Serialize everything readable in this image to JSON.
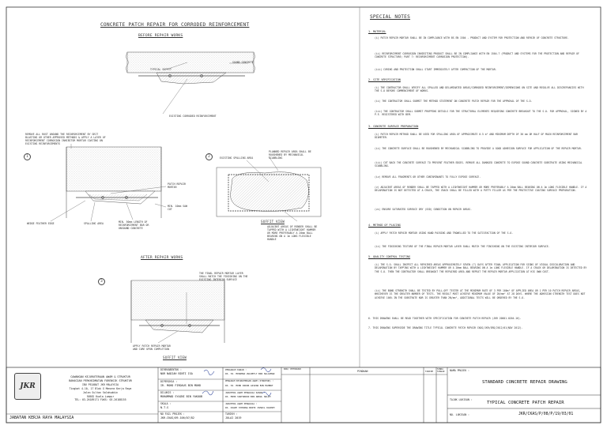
{
  "drawing": {
    "left_title": "CONCRETE PATCH REPAIR FOR CORRODED REINFORCEMENT",
    "before_title": "BEFORE REPAIR WORKS",
    "after_title": "AFTER REPAIR WORKS",
    "soffit_view_1": "SOFFIT VIEW",
    "soffit_view_2": "SOFFIT VIEW",
    "typical_soffit": "TYPICAL SOFFIT",
    "sound_concrete": "SOUND CONCRETE",
    "existing_corroded": "EXISTING CORRODED REINFORCEMENT",
    "remove_rust": "REMOVE ALL RUST AROUND THE REINFORCEMENT BY GRIT BLASTING OR OTHER APPROVED METHODS & APPLY A LAYER OF REINFORCEMENT CORROSION INHIBITOR MORTAR COATING ON EXISTING REINFORCEMENTS",
    "patch_repair_mortar": "PATCH REPAIR MORTAR",
    "min_10mm": "MIN. 10mm SAW CUT",
    "min_50mm": "MIN. 50mm LENGTH OF REINFORCEMENT BAR OR UNSOUND CONCRETE",
    "spalling_area": "SPALLING AREA",
    "wedge_feather": "WEDGE FEATHER EDGE",
    "existing_spalling": "EXISTING SPALLING AREA",
    "planned_repair": "PLANNED REPAIR AREA SHALL BE ROUGHENED BY MECHANICAL SCABBLING",
    "adjacent_areas": "ADJACENT AREAS OF RENDER SHALL BE TAPPED WITH A LIGHTWEIGHT HAMMER OR MORE PREFERABLY A 20mm BALL BEARING ON A 1m LONG FLEXIBLE HANDLE",
    "final_layer": "THE FINAL REPAIR MORTAR LAYER SHALL MATCH THE FINISHING ON THE EXISTING INTERIOR SURFACE",
    "apply_patch": "APPLY PATCH REPAIR MORTAR AND CURE UPON COMPLETION",
    "callout_1": "1",
    "callout_2": "2",
    "callout_3": "3"
  },
  "notes": {
    "title": "SPECIAL NOTES",
    "s1": "1.  MATERIAL",
    "s1i": "(i)  PATCH REPAIR MORTAR SHALL BE IN COMPLIANCE WITH BS EN 1504 - PRODUCT AND SYSTEM FOR PROTECTION AND REPAIR OF CONCRETE STRUCTURE.",
    "s1ii": "(ii)  REINFORCEMENT CORROSION INHIBITING PRODUCT SHALL BE IN COMPLIANCE WITH EN 1504-7 (PRODUCT AND SYSTEMS FOR THE PROTECTION AND REPAIR OF CONCRETE STRUCTURE; PART 7: REINFORCEMENT CORROSION PROTECTION).",
    "s1iii": "(iii)  CURING AND PROTECTION SHALL START IMMEDIATELY AFTER COMPACTION OF THE MORTAR.",
    "s2": "2.  SITE VERIFICATION",
    "s2i": "(i)  THE CONTRACTOR SHALL VERIFY ALL SPALLED AND DELAMINATED AREAS/CORRODED REINFORCEMENT/DIMENSIONS ON SITE AND RESOLVE ALL DISCREPANCIES WITH THE S.O BEFORE COMMENCEMENT OF WORKS.",
    "s2ii": "(ii)  THE CONTRACTOR SHALL SUBMIT THE METHOD STATEMENT ON CONCRETE PATCH REPAIR FOR THE APPROVAL OF THE S.O.",
    "s2iii": "(iii)  THE CONTRACTOR SHALL SUBMIT PROPPING DETAILS FOR THE STRUCTURAL ELEMENTS REQUIRING CONCRETE BREAKOUT TO THE S.O. FOR APPROVAL, SIGNED BY A P.E. REGISTERED WITH BEM.",
    "s3": "3.  CONCRETE SURFACE PREPARATION",
    "s3i": "(i)  PATCH REPAIR METHOD SHALL BE USED FOR SPALLING AREA OF APPROXIMATE 0.5 m² AND MINIMUM DEPTH OF 30 mm OR HALF OF MAIN REINFORCEMENT BAR DIAMETER.",
    "s3ii": "(ii)  THE CONCRETE SURFACE SHALL BE ROUGHENED BY MECHANICAL SCABBLING TO PROVIDE A GOOD ADHESION SURFACE FOR APPLICATION OF THE REPAIR MORTAR.",
    "s3iii": "(iii)  CUT BACK THE CONCRETE SURFACE TO PREVENT FEATHER EDGES. REMOVE ALL DAMAGED CONCRETE TO EXPOSE SOUND CONCRETE SUBSTRATE USING MECHANICAL SCABBLING.",
    "s3iv": "(iv)  REMOVE ALL FRAGMENTS OR OTHER CONTAMINANTS TO FULLY EXPOSE SURFACE.",
    "s3v": "(v)  ADJACENT AREAS OF RENDER SHALL BE TAPPED WITH A LIGHTWEIGHT HAMMER OR MORE PREFERABLY A 20mm BALL BEARING ON A 1m LONG FLEXIBLE HANDLE. IF A DELAMINATION IS NOT DETECTED AT A CRACK, THE CRACK SHALL BE FILLED WITH A PUTTY FILLER AS PER THE PROTECTIVE COATING SURFACE PREPARATION.",
    "s3vi": "(vi)  ENSURE SATURATED SURFACE DRY (SSD) CONDITION ON REPAIR AREAS.",
    "s4": "4.  METHOD OF PLACING",
    "s4i": "(i)  APPLY PATCH REPAIR MORTAR USING HAND PACKING AND TROWELLED TO THE SATISFACTION OF THE S.O.",
    "s4ii": "(ii)  THE FINISHING TEXTURE OF THE FINAL REPAIR MORTAR LAYER SHALL MATCH THE FINISHING ON THE EXISTING INTERIOR SURFACE.",
    "s5": "5.  QUALITY CONTROL TESTING",
    "s5i": "(i)  THE S.O. SHALL INSPECT ALL REPAIRED AREAS APPROXIMATELY SEVEN (7) DAYS AFTER FINAL APPLICATION FOR SIGNS OF VISUAL DISCOLORATION AND DELAMINATION BY TAPPING WITH A LIGHTWEIGHT HAMMER OR A 20mm BALL BEARING ON A 1m LONG FLEXIBLE HANDLE. IF A CRACK OR DELAMINATION IS DETECTED BY THE S.O. THEN THE CONTRACTOR SHALL BREAKOUT THE REPAIRED AREA AND REPEAT THE REPAIR MORTAR APPLICATION AT HIS OWN COST.",
    "s5ii": "(ii)  THE BOND STRENGTH SHALL BE TESTED BY PULL-OFF TESTER AT THE MINIMUM RATE OF 3 PER 100m² OF APPLIED AREA OR 1 PER 10 PATCH REPAIR AREAS, WHICHEVER IS THE GREATER NUMBER OF TESTS. THE RESULT MUST ACHIEVE MINIMUM VALUE OF 2N/mm² AT 28 DAYS. WHERE THE ADHESION STRENGTH TEST DOES NOT ACHIEVE 100% IN THE SUBSTRATE NOR IS GREATER THAN 2N/mm², ADDITIONAL TESTS WILL BE ORDERED BY THE S.O.",
    "s6": "6.  THIS DRAWING SHALL BE READ TOGETHER WITH SPECIFICATION FOR CONCRETE PATCH REPAIR (JKR 20601-0204-16).",
    "s7": "7.  THIS DRAWING SUPERSEDE THE DRAWING TITLE TYPICAL CONCRETE PATCH REPAIR CKAS/JKR/SRD/2012/01(NOV 2012)."
  },
  "titleblock": {
    "org_lines": [
      "CAWANGAN KEJURUTERAAN AWAM & STRUKTUR",
      "BAHAGIAN PERKHIDMATAN FORENSIK STRUKTUR",
      "IBU PEJABAT JKR MALAYSIA",
      "Tingkat 4-10, 17 Blok G Menara Kerja Raya",
      "Jalan Sultan Salahuddin",
      "50582 Kuala Lumpur",
      "TEL: 03-26189171   FAKS: 03-26188155"
    ],
    "logo": "JKR",
    "org_name": "JABATAN KERJA RAYA MALAYSIA",
    "dirk_label": "DIREKABENTUK :",
    "dirk_name": "NUR NADIAH BINTI ISA",
    "dilukis_label": "DILUKIS :",
    "dilukis_name": "MUHAMMAD SYAZNI BIN YAKOOB",
    "diperiksa_label": "DIPERIKSA :",
    "diperiksa_name": "IR. MOHD FIRDAUS BIN MOHD",
    "skala_label": "SKALA :",
    "skala_value": "N.T.S",
    "no_fail_label": "NO FAIL PROJEK :",
    "no_fail_value": "JKR.CKAS/09.106/07/82",
    "pengarah_label": "PENGARAH KANAN :",
    "pengarah_name": "IR. HJ. MOHAMAD ZULKEFLY BIN SULAIMAN",
    "pengarah2_label": "PENGARAH KEJURUTERAAN AWAM (STRUKTUR) :",
    "pengarah2_name": "IR. HJ. MOHD RIDOR AZIZAN BIN MAHBUT",
    "ketua_label": "JURUTERA AWAM PENGUASA KANAN :",
    "ketua_name": "IR. MOHD SHAFUDDIN BIN ABDUL HALIM",
    "jurutera_label": "JURUTERA AWAM PENGUASA :",
    "jurutera_name": "IR. DIANY SYERINA BINTI ISMAIL KASHIM",
    "tarikh_label": "TARIKH :",
    "tarikh_value": "JULAI 2019",
    "kod_label": "KOD/ PETUNJUK",
    "pindaan_label": "PINDAAN",
    "tarikh2_label": "TARIKH",
    "tanda_label": "TANDA TANGAN",
    "nama_projek_label": "NAMA PROJEK :",
    "nama_projek_value": "STANDARD CONCRETE REPAIR DRAWING",
    "tajuk_label": "TAJUK LUKISAN :",
    "tajuk_value": "TYPICAL CONCRETE PATCH REPAIR",
    "no_lukisan_label": "NO. LUKISAN :",
    "no_lukisan_value": "JKR/CKAS/P/08/P/19/03/01"
  }
}
